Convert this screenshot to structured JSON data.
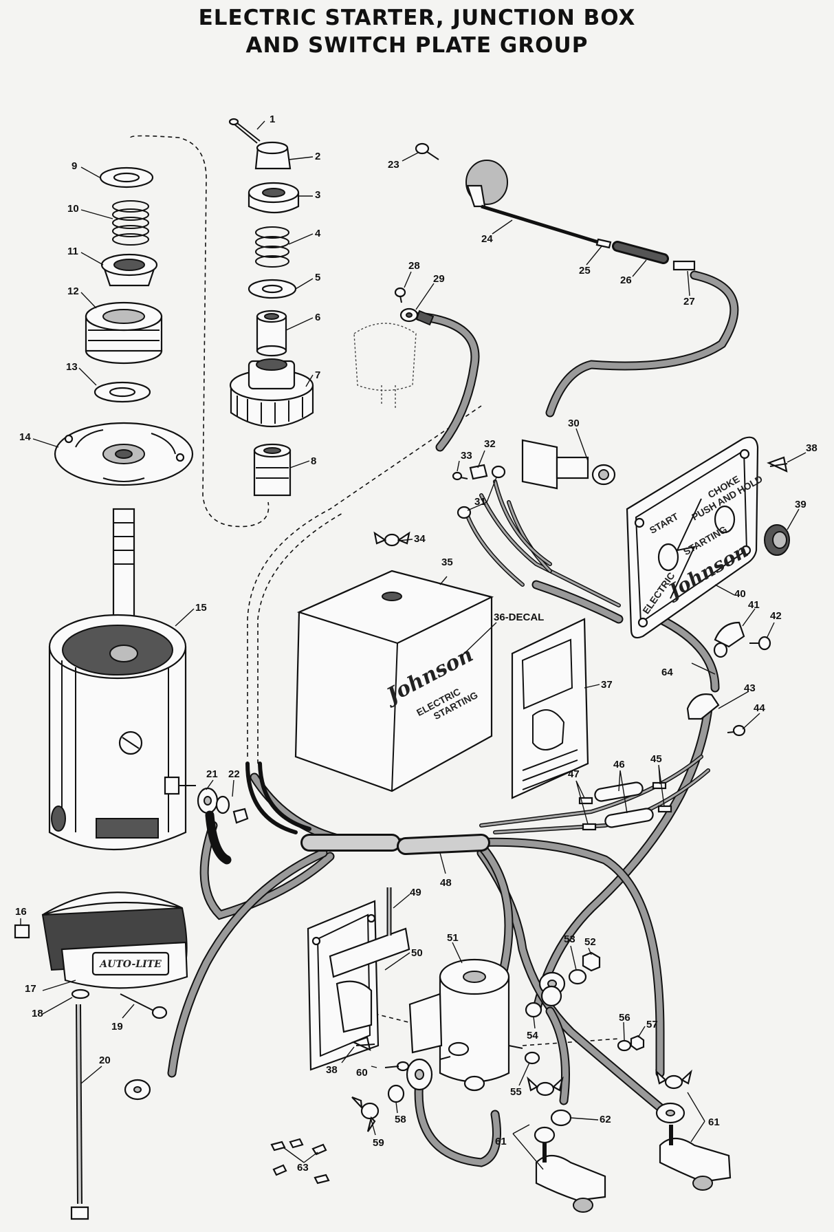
{
  "title": {
    "line1": "ELECTRIC STARTER, JUNCTION BOX",
    "line2": "AND SWITCH PLATE GROUP"
  },
  "callouts": {
    "n1": "1",
    "n2": "2",
    "n3": "3",
    "n4": "4",
    "n5": "5",
    "n6": "6",
    "n7": "7",
    "n8": "8",
    "n9": "9",
    "n10": "10",
    "n11": "11",
    "n12": "12",
    "n13": "13",
    "n14": "14",
    "n15": "15",
    "n16": "16",
    "n17": "17",
    "n18": "18",
    "n19": "19",
    "n20": "20",
    "n21": "21",
    "n22": "22",
    "n23": "23",
    "n24": "24",
    "n25": "25",
    "n26": "26",
    "n27": "27",
    "n28": "28",
    "n29": "29",
    "n30": "30",
    "n31": "31",
    "n32": "32",
    "n33": "33",
    "n34": "34",
    "n35": "35",
    "n36": "36-DECAL",
    "n37": "37",
    "n38a": "38",
    "n38b": "38",
    "n39": "39",
    "n40": "40",
    "n41": "41",
    "n42": "42",
    "n43": "43",
    "n44": "44",
    "n45": "45",
    "n46": "46",
    "n47": "47",
    "n48": "48",
    "n49": "49",
    "n50": "50",
    "n51": "51",
    "n52": "52",
    "n53": "53",
    "n54": "54",
    "n55": "55",
    "n56": "56",
    "n57": "57",
    "n58": "58",
    "n59": "59",
    "n60": "60",
    "n61a": "61",
    "n61b": "61",
    "n62": "62",
    "n63": "63",
    "n64": "64"
  },
  "switch_plate": {
    "start": "START",
    "choke": "CHOKE",
    "push_hold": "PUSH AND HOLD",
    "electric": "ELECTRIC",
    "starting": "STARTING",
    "brand": "Johnson"
  },
  "junction_box": {
    "brand": "Johnson",
    "line1": "ELECTRIC",
    "line2": "STARTING"
  },
  "starter_band": {
    "brand": "AUTO-LITE"
  }
}
